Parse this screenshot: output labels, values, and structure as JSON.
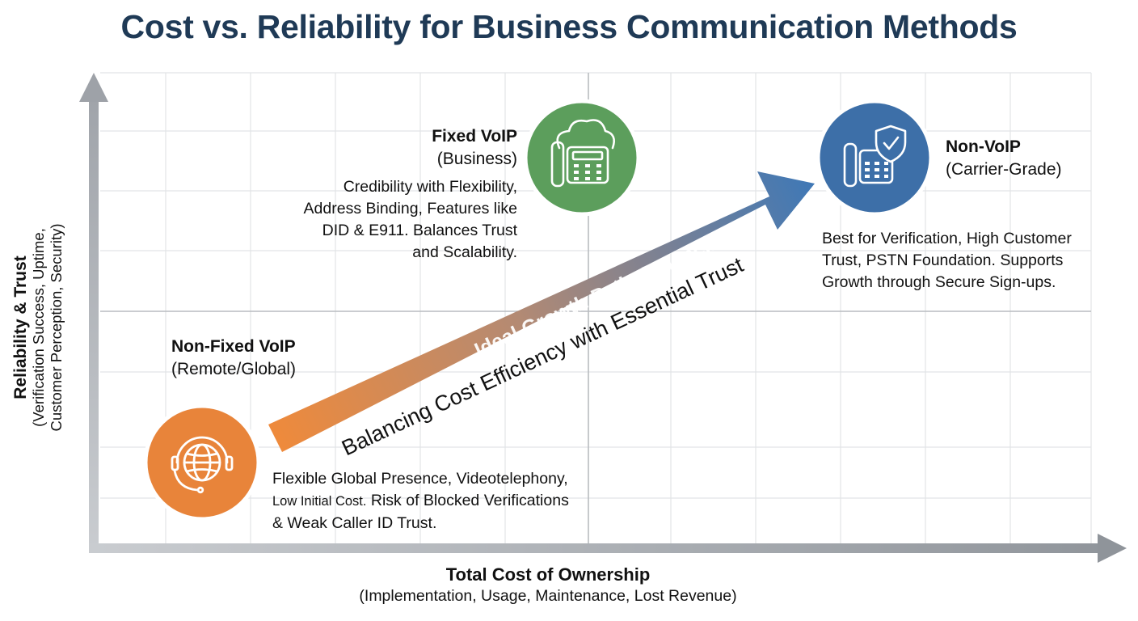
{
  "title": "Cost vs. Reliability for Business Communication Methods",
  "axes": {
    "y": {
      "label": "Reliability & Trust",
      "sublabel_line1": "(Verification Success, Uptime,",
      "sublabel_line2": "Customer Perception, Security)"
    },
    "x": {
      "label": "Total Cost of Ownership",
      "sublabel": "(Implementation, Usage, Maintenance, Lost Revenue)"
    }
  },
  "nodes": {
    "non_fixed": {
      "title": "Non-Fixed VoIP",
      "subtitle": "(Remote/Global)",
      "desc_line1": "Flexible Global Presence, Videotelephony,",
      "desc_line2_small": "Low Initial Cost.",
      "desc_line2_rest": " Risk of Blocked Verifications",
      "desc_line3": "& Weak Caller ID Trust.",
      "color": "#e8843a",
      "icon": "globe-headset-icon"
    },
    "fixed": {
      "title": "Fixed VoIP",
      "subtitle": "(Business)",
      "desc_line1": "Credibility with Flexibility,",
      "desc_line2": "Address Binding, Features like",
      "desc_line3": "DID & E911. Balances Trust",
      "desc_line4": "and Scalability.",
      "color": "#5c9e5c",
      "icon": "cloud-phone-icon"
    },
    "non_voip": {
      "title": "Non-VoIP",
      "subtitle": "(Carrier-Grade)",
      "desc_line1": "Best for Verification, High Customer",
      "desc_line2": "Trust, PSTN Foundation. Supports",
      "desc_line3": "Growth through Secure Sign-ups.",
      "color": "#3d6fa8",
      "icon": "shield-phone-icon"
    }
  },
  "growth_arrow": {
    "label_upper": "Ideal Growth Path: Balancing",
    "label_lower": "Balancing Cost Efficiency with Essential Trust",
    "gradient_start": "#f08a3a",
    "gradient_end": "#3f78b6"
  },
  "colors": {
    "title": "#1f3a56",
    "axis": "#a9adb3",
    "grid": "#e2e4e7",
    "quadrant_lines": "#b9bcc0"
  }
}
